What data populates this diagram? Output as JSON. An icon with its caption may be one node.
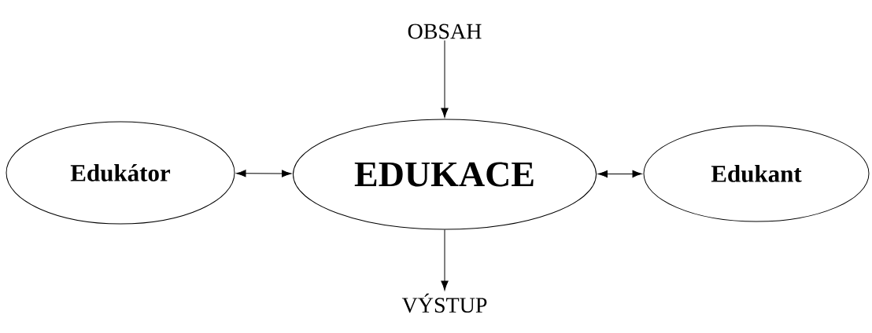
{
  "diagram": {
    "nodes": [
      {
        "text": [
          "OBSAH"
        ]
      },
      {
        "text": [
          "Edukátor"
        ]
      },
      {
        "text": [
          "EDUKACE"
        ]
      },
      {
        "text": [
          "Edukant"
        ]
      },
      {
        "text": [
          "VÝSTUP"
        ]
      }
    ],
    "edges": [
      {
        "from": 0,
        "to": 2,
        "arrow": "to"
      },
      {
        "from": 1,
        "to": 2,
        "arrow": "both"
      },
      {
        "from": 2,
        "to": 3,
        "arrow": "both"
      },
      {
        "from": 2,
        "to": 4,
        "arrow": "to"
      }
    ]
  }
}
